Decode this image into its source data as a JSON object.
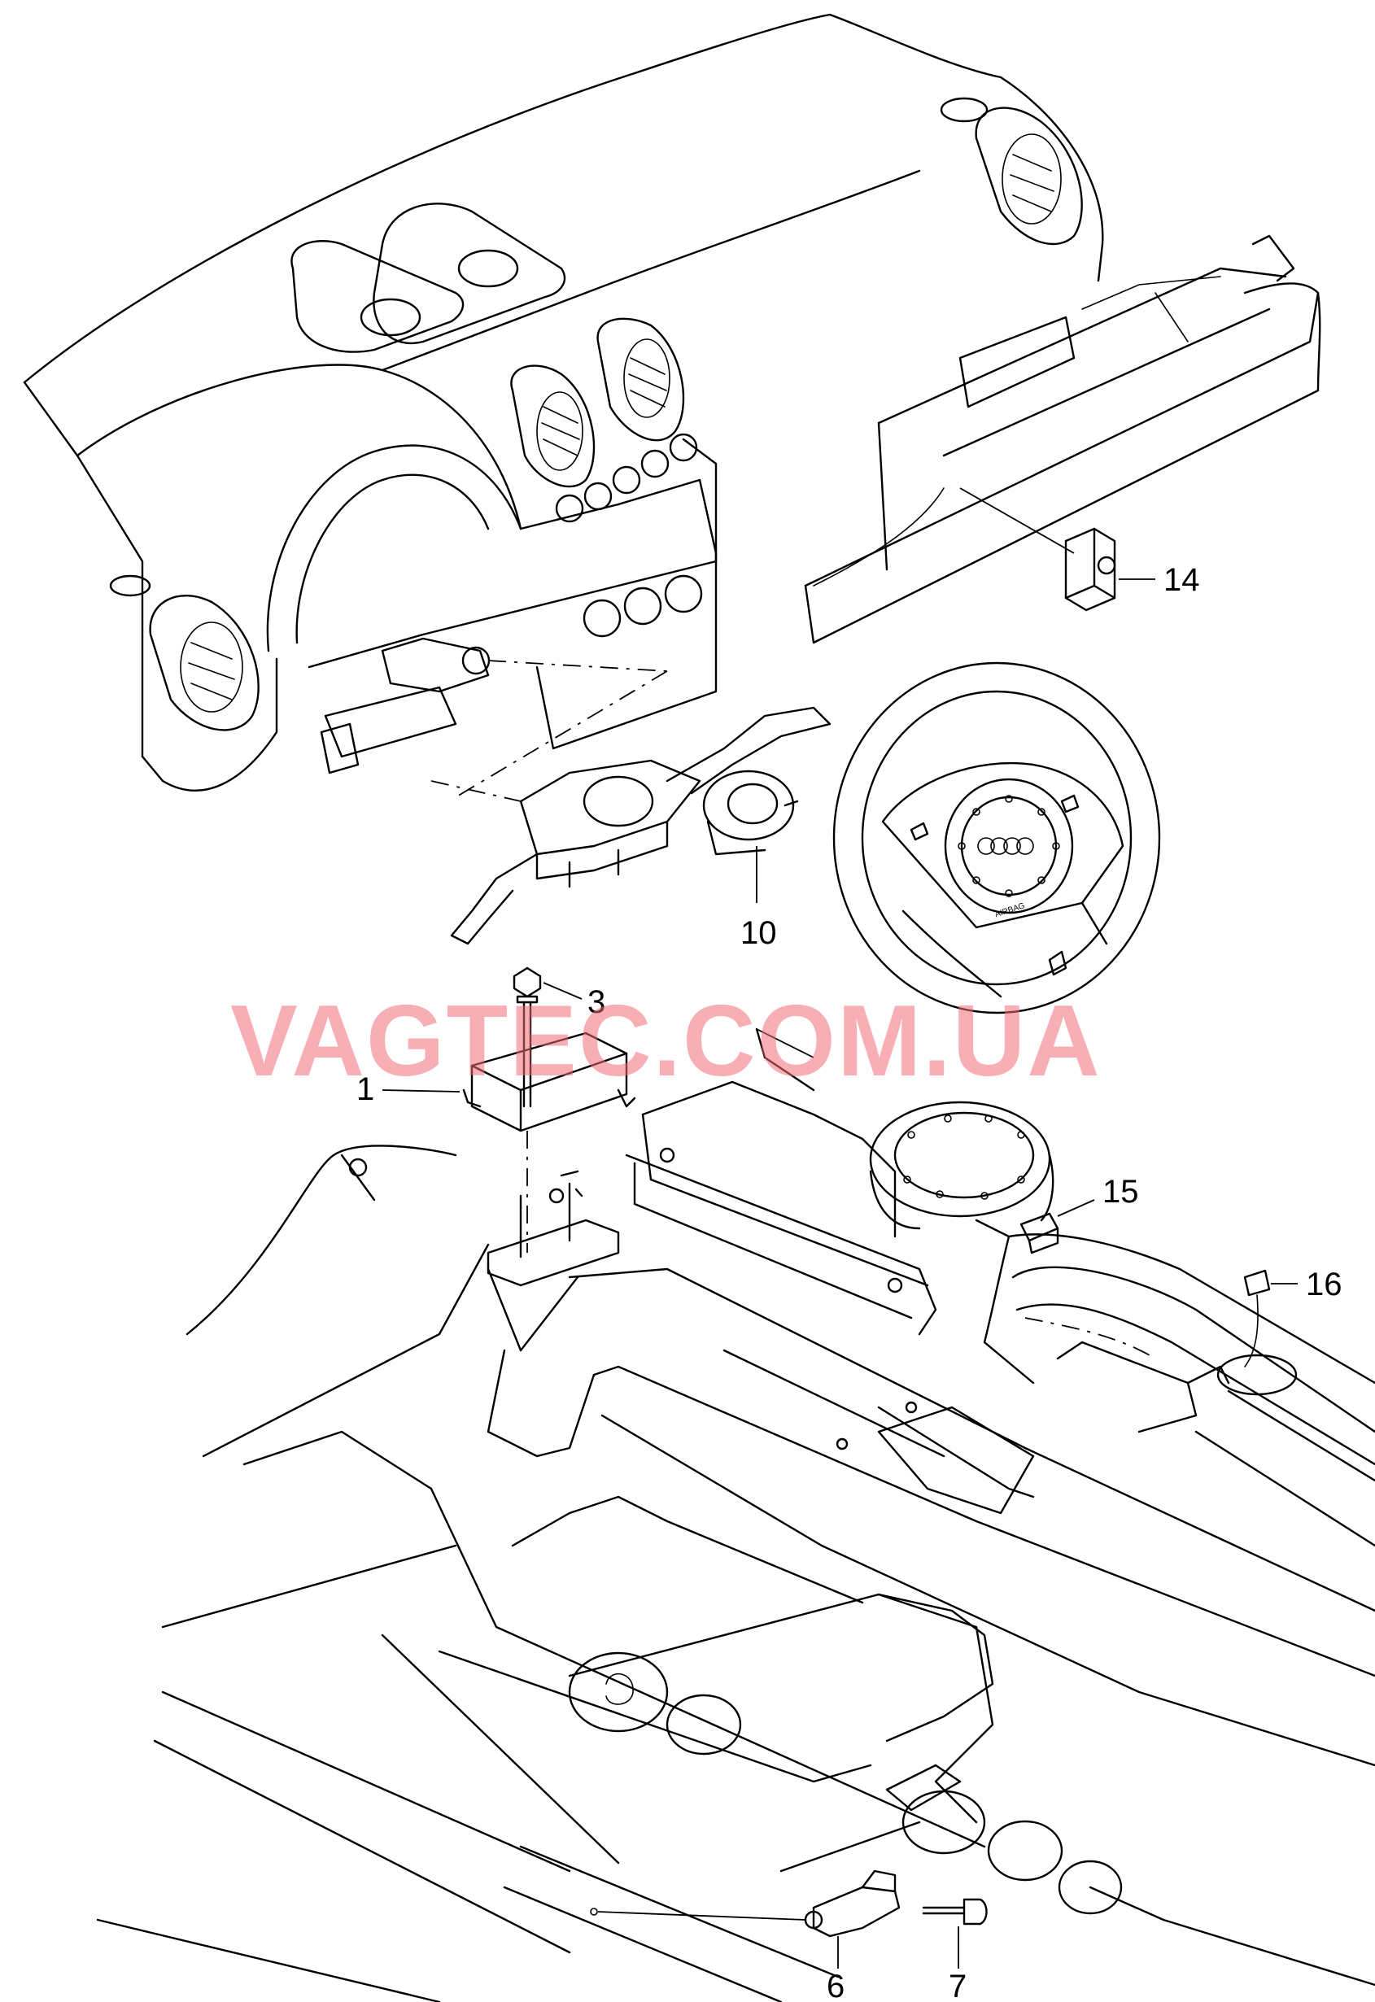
{
  "watermark": {
    "text": "VAGTEC.COM.UA",
    "color": "#f06e78"
  },
  "diagram": {
    "callouts": [
      {
        "id": "1",
        "label": "1"
      },
      {
        "id": "3",
        "label": "3"
      },
      {
        "id": "6",
        "label": "6"
      },
      {
        "id": "7",
        "label": "7"
      },
      {
        "id": "10",
        "label": "10"
      },
      {
        "id": "14",
        "label": "14"
      },
      {
        "id": "15",
        "label": "15"
      },
      {
        "id": "16",
        "label": "16"
      }
    ],
    "steering_wheel_marking": "AIRBAG"
  },
  "colors": {
    "line": "#000000",
    "background": "#ffffff"
  }
}
